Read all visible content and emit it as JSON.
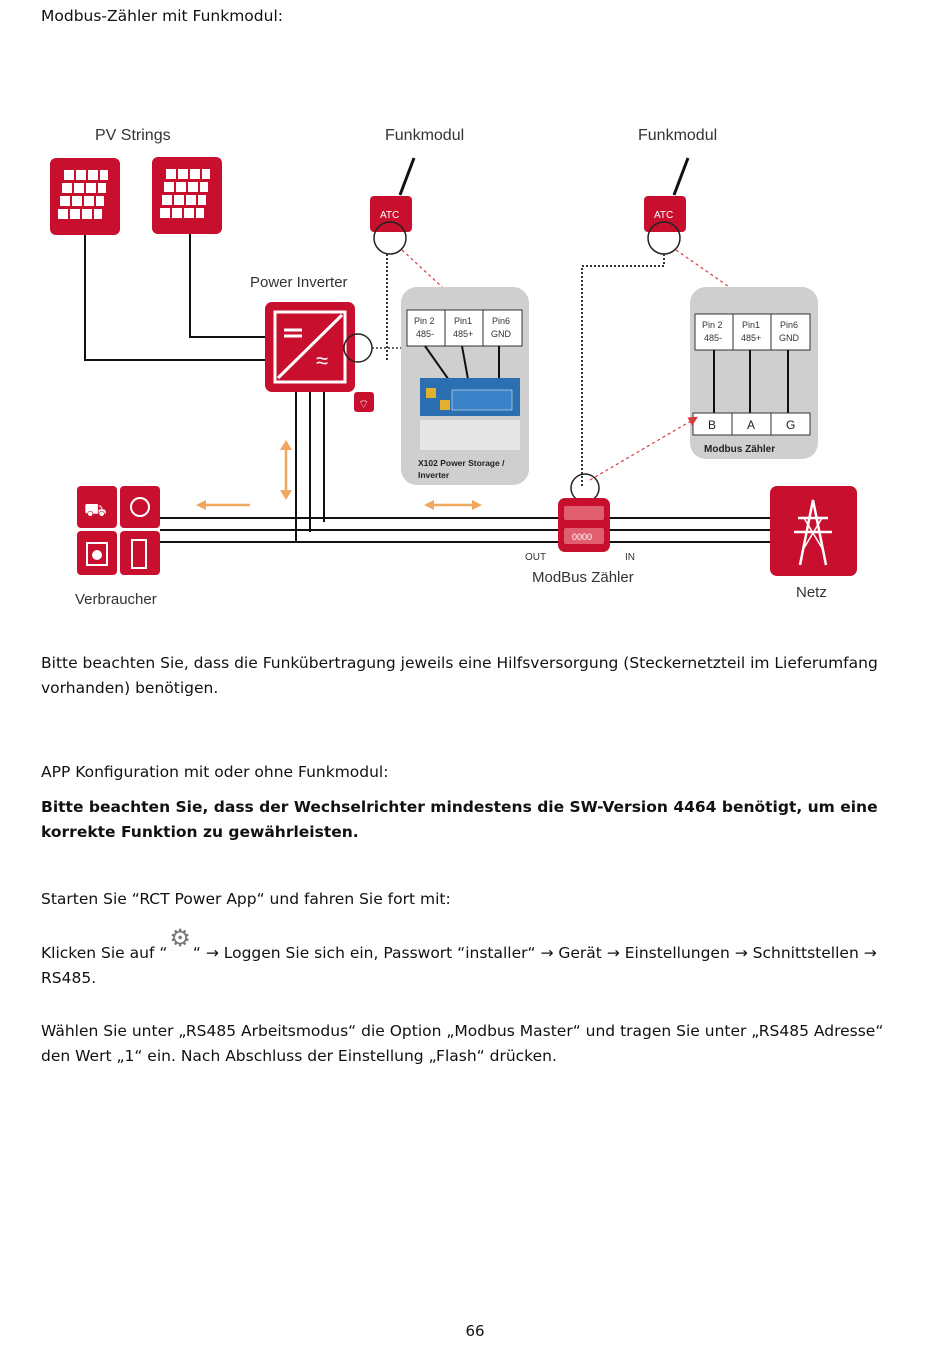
{
  "heading_meter": "Modbus-Zähler mit Funkmodul:",
  "diagram": {
    "pv_strings": "PV Strings",
    "funkmodul_1": "Funkmodul",
    "funkmodul_2": "Funkmodul",
    "atc": "ATC",
    "power_inverter": "Power Inverter",
    "pin2": "Pin 2",
    "pin2_sub": "485-",
    "pin1": "Pin1",
    "pin1_sub": "485+",
    "pin6": "Pin6",
    "pin6_sub": "GND",
    "board_label_1": "X102 Power Storage /",
    "board_label_2": "Inverter",
    "meter_b": "B",
    "meter_a": "A",
    "meter_g": "G",
    "modbus_zaehler_small": "Modbus Zähler",
    "meter_display": "0000",
    "out": "OUT",
    "in": "IN",
    "modbus_zaehler": "ModBus Zähler",
    "verbraucher": "Verbraucher",
    "netz": "Netz"
  },
  "note_power": "Bitte beachten Sie, dass die Funkübertragung jeweils eine Hilfsversorgung (Steckernetzteil im Lieferumfang vorhanden) benötigen.",
  "heading_app": "APP Konfiguration mit oder ohne Funkmodul:",
  "note_sw": "Bitte beachten Sie, dass der Wechselrichter mindestens die SW-Version 4464 benötigt, um eine korrekte Funktion zu gewährleisten.",
  "start_app": "Starten Sie “RCT Power App“ und fahren Sie fort mit:",
  "click_prefix": "Klicken Sie auf “",
  "gear_glyph": "⚙",
  "click_suffix": "“ → Loggen Sie sich ein, Passwort “installer“ → Gerät → Einstellungen → Schnittstellen → RS485.",
  "select_mode": "Wählen Sie unter „RS485 Arbeitsmodus“ die Option „Modbus Master“ und tragen Sie unter „RS485 Adresse“ den Wert „1“ ein.  Nach Abschluss der Einstellung „Flash“ drücken.",
  "page_number": "66",
  "colors": {
    "brand_red": "#c8102e",
    "panel_grey": "#cfcfcf",
    "arrow_orange": "#f0a860"
  }
}
